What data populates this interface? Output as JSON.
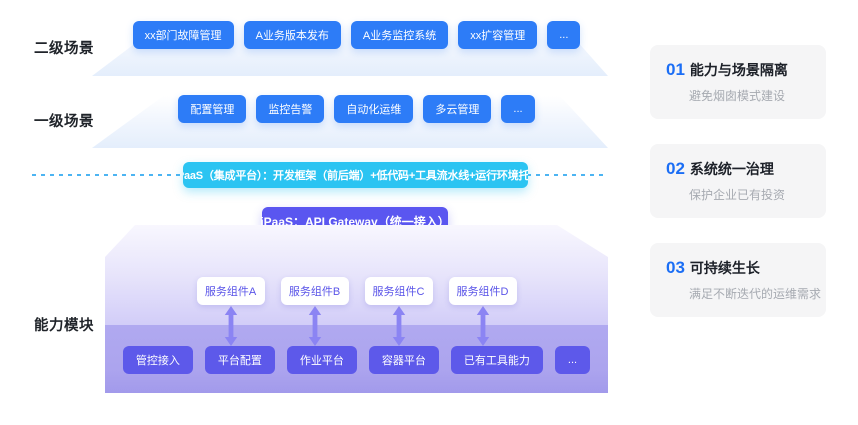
{
  "labels": {
    "level2_scenario": "二级场景",
    "level1_scenario": "一级场景",
    "capability_module": "能力模块"
  },
  "scenario_level2": {
    "items": [
      "xx部门故障管理",
      "A业务版本发布",
      "A业务监控系统",
      "xx扩容管理",
      "..."
    ]
  },
  "scenario_level1": {
    "items": [
      "配置管理",
      "监控告警",
      "自动化运维",
      "多云管理",
      "..."
    ]
  },
  "apaas_banner": "aPaaS（集成平台）：开发框架（前后端）+低代码+工具流水线+运行环境托管",
  "ipaas_button": "iPaaS：API Gateway（统一接入）",
  "capability": {
    "components": [
      "服务组件A",
      "服务组件B",
      "服务组件C",
      "服务组件D"
    ],
    "tools": [
      "管控接入",
      "平台配置",
      "作业平台",
      "容器平台",
      "已有工具能力",
      "..."
    ]
  },
  "benefits": [
    {
      "number": "01",
      "title": "能力与场景隔离",
      "desc": "避免烟囱模式建设"
    },
    {
      "number": "02",
      "title": "系统统一治理",
      "desc": "保护企业已有投资"
    },
    {
      "number": "03",
      "title": "可持续生长",
      "desc": "满足不断迭代的运维需求"
    }
  ],
  "colors": {
    "scenario_chip_blue": "#2d7cf7",
    "apaas_cyan": "#2bc4f2",
    "ipaas_indigo": "#5a56f0",
    "tool_chip_indigo": "#5d59ea",
    "platform_top_face": "#d2cdf8",
    "platform_front_face": "#aca4ee",
    "benefit_number_blue": "#1b6ef5",
    "dashed_line_blue": "#4cb4f2"
  }
}
